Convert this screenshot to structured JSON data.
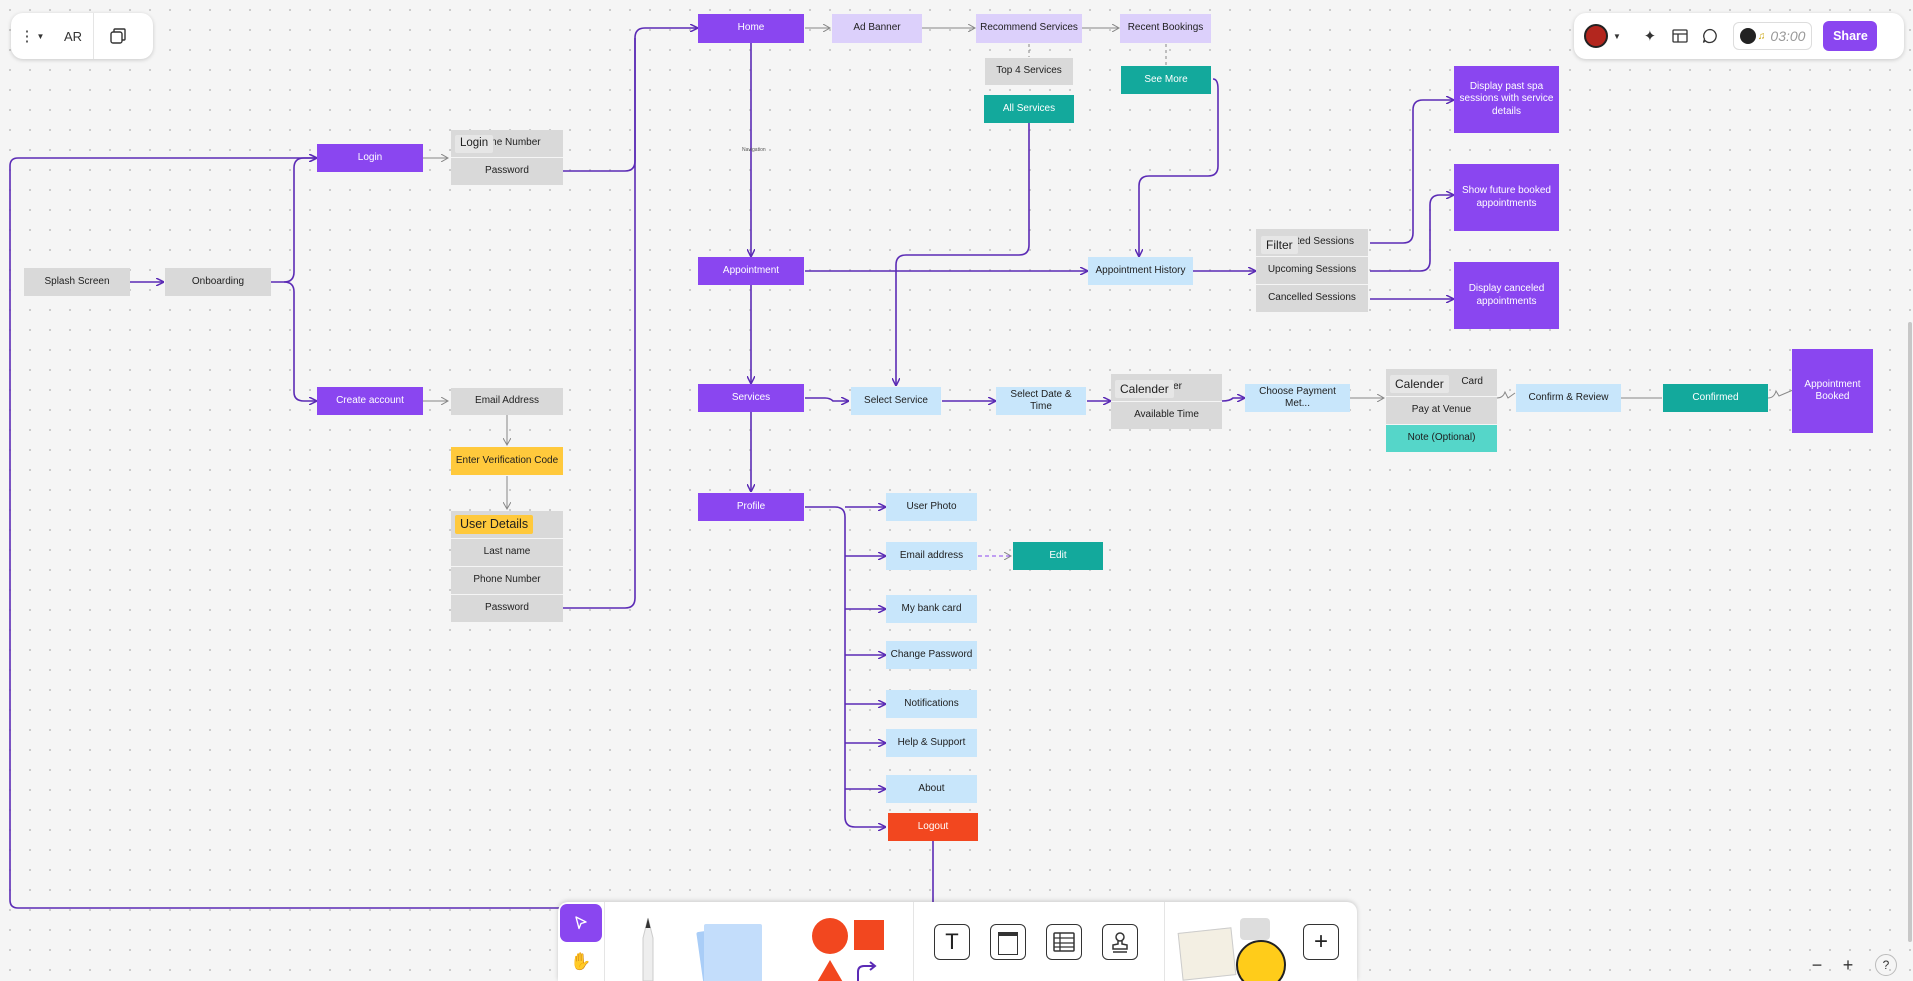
{
  "toolbar_left": {
    "initials": "AR"
  },
  "toolbar_right": {
    "timer": "03:00",
    "share_label": "Share"
  },
  "flow": {
    "splash": "Splash Screen",
    "onboarding": "Onboarding",
    "login": "Login",
    "login_tag": "Login",
    "login_phone": "Phone Number",
    "login_password": "Password",
    "create_account": "Create account",
    "email_address": "Email Address",
    "verification": "Enter Verification Code",
    "user_details": "User Details",
    "last_name": "Last name",
    "phone_number": "Phone Number",
    "password": "Password",
    "home": "Home",
    "ad_banner": "Ad Banner",
    "recommend": "Recommend Services",
    "recent": "Recent Bookings",
    "top4": "Top 4 Services",
    "all_services": "All Services",
    "see_more": "See More",
    "navigation_note": "Navigation",
    "appointment": "Appointment",
    "appointment_history": "Appointment History",
    "filter_tag": "Filter",
    "completed": "Completed Sessions",
    "upcoming": "Upcoming Sessions",
    "cancelled": "Cancelled Sessions",
    "past_desc": "Display past spa sessions with service details",
    "future_desc": "Show future booked appointments",
    "canceled_desc": "Display canceled appointments",
    "services": "Services",
    "select_service": "Select Service",
    "select_date": "Select Date & Time",
    "calender_tag": "Calender",
    "calender_cell": "Calender",
    "available_time": "Available Time",
    "choose_payment": "Choose Payment Met...",
    "calender_tag2": "Calender",
    "card_cell": "Card",
    "pay_venue": "Pay at Venue",
    "note": "Note (Optional)",
    "confirm_review": "Confirm & Review",
    "confirmed": "Confirmed",
    "booked": "Appointment Booked",
    "profile": "Profile",
    "user_photo": "User Photo",
    "email_profile": "Email address",
    "edit": "Edit",
    "bank_card": "My bank card",
    "change_password": "Change Password",
    "notifications": "Notifications",
    "help": "Help & Support",
    "about": "About",
    "logout": "Logout"
  },
  "bottom_tools": {
    "names": [
      "move-tool",
      "hand-tool",
      "pencil-tool",
      "sticky-note-tool",
      "shapes-tool",
      "text-tool",
      "section-tool",
      "table-tool",
      "stamp-tool",
      "stickers-tool",
      "more-tool"
    ]
  },
  "colors": {
    "accent": "#8a46f0",
    "connector": "#5b2bb5",
    "teal": "#13a99c",
    "logout": "#f2471f"
  }
}
